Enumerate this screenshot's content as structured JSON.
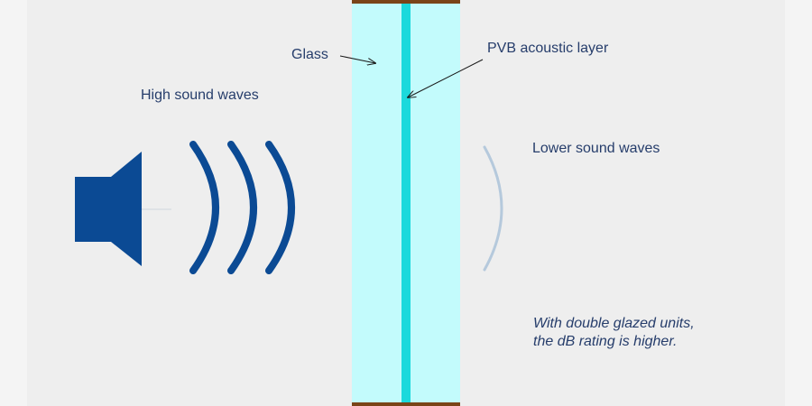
{
  "labels": {
    "high": "High sound waves",
    "glass": "Glass",
    "pvb": "PVB acoustic layer",
    "lower": "Lower sound waves"
  },
  "note": {
    "line1": "With double glazed units,",
    "line2": "the dB rating is higher."
  },
  "colors": {
    "background": "#eeeeee",
    "speaker": "#0b4a94",
    "glass": "#c3fbfc",
    "pvb_layer": "#1bd9dc",
    "frame": "#7a4418",
    "weak_wave": "#b5c9dc",
    "text": "#263d6b"
  },
  "icons": {
    "speaker": "speaker-icon"
  }
}
